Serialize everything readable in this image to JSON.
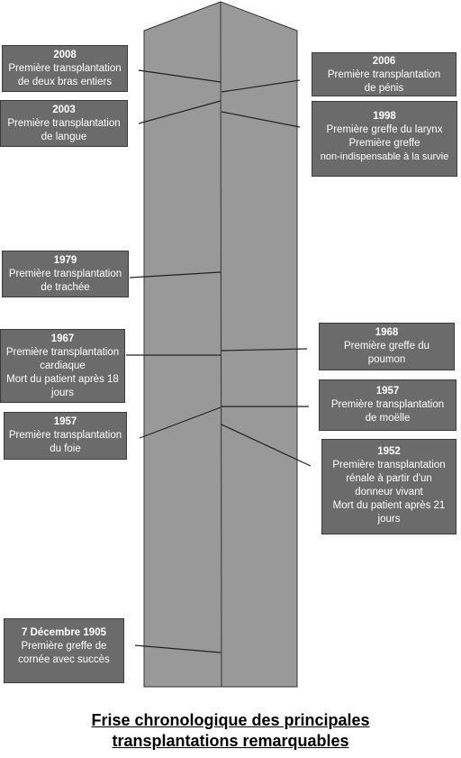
{
  "colors": {
    "pillar_fill": "#999999",
    "pillar_stroke": "#333333",
    "box_fill": "#6b6b6b",
    "box_text": "#ffffff",
    "connector": "#222222"
  },
  "events": [
    {
      "year": "2008",
      "lines": [
        "Première transplantation",
        "de deux bras entiers"
      ]
    },
    {
      "year": "2006",
      "lines": [
        "Première transplantation",
        "de pénis"
      ]
    },
    {
      "year": "2003",
      "lines": [
        "Première transplantation",
        "de langue"
      ]
    },
    {
      "year": "1998",
      "lines": [
        "Première greffe du larynx",
        "Première greffe",
        "non-indispensable à la survie"
      ]
    },
    {
      "year": "1979",
      "lines": [
        "Première transplantation",
        "de trachée"
      ]
    },
    {
      "year": "1968",
      "lines": [
        "Première greffe du",
        "poumon"
      ]
    },
    {
      "year": "1967",
      "lines": [
        "Première transplantation",
        "cardiaque",
        "Mort du patient après 18",
        "jours"
      ]
    },
    {
      "year": "1957",
      "lines": [
        "Première transplantation",
        "de moëlle"
      ]
    },
    {
      "year": "1957",
      "lines": [
        "Première transplantation",
        "du foie"
      ]
    },
    {
      "year": "1952",
      "lines": [
        "Première transplantation",
        "rénale à partir d'un",
        "donneur vivant",
        "Mort du patient après 21",
        "jours"
      ]
    },
    {
      "year": "7 Décembre 1905",
      "lines": [
        "Première greffe de",
        "cornée avec succès"
      ]
    }
  ],
  "caption": {
    "line1": "Frise chronologique des principales",
    "line2": "transplantations remarquables"
  }
}
